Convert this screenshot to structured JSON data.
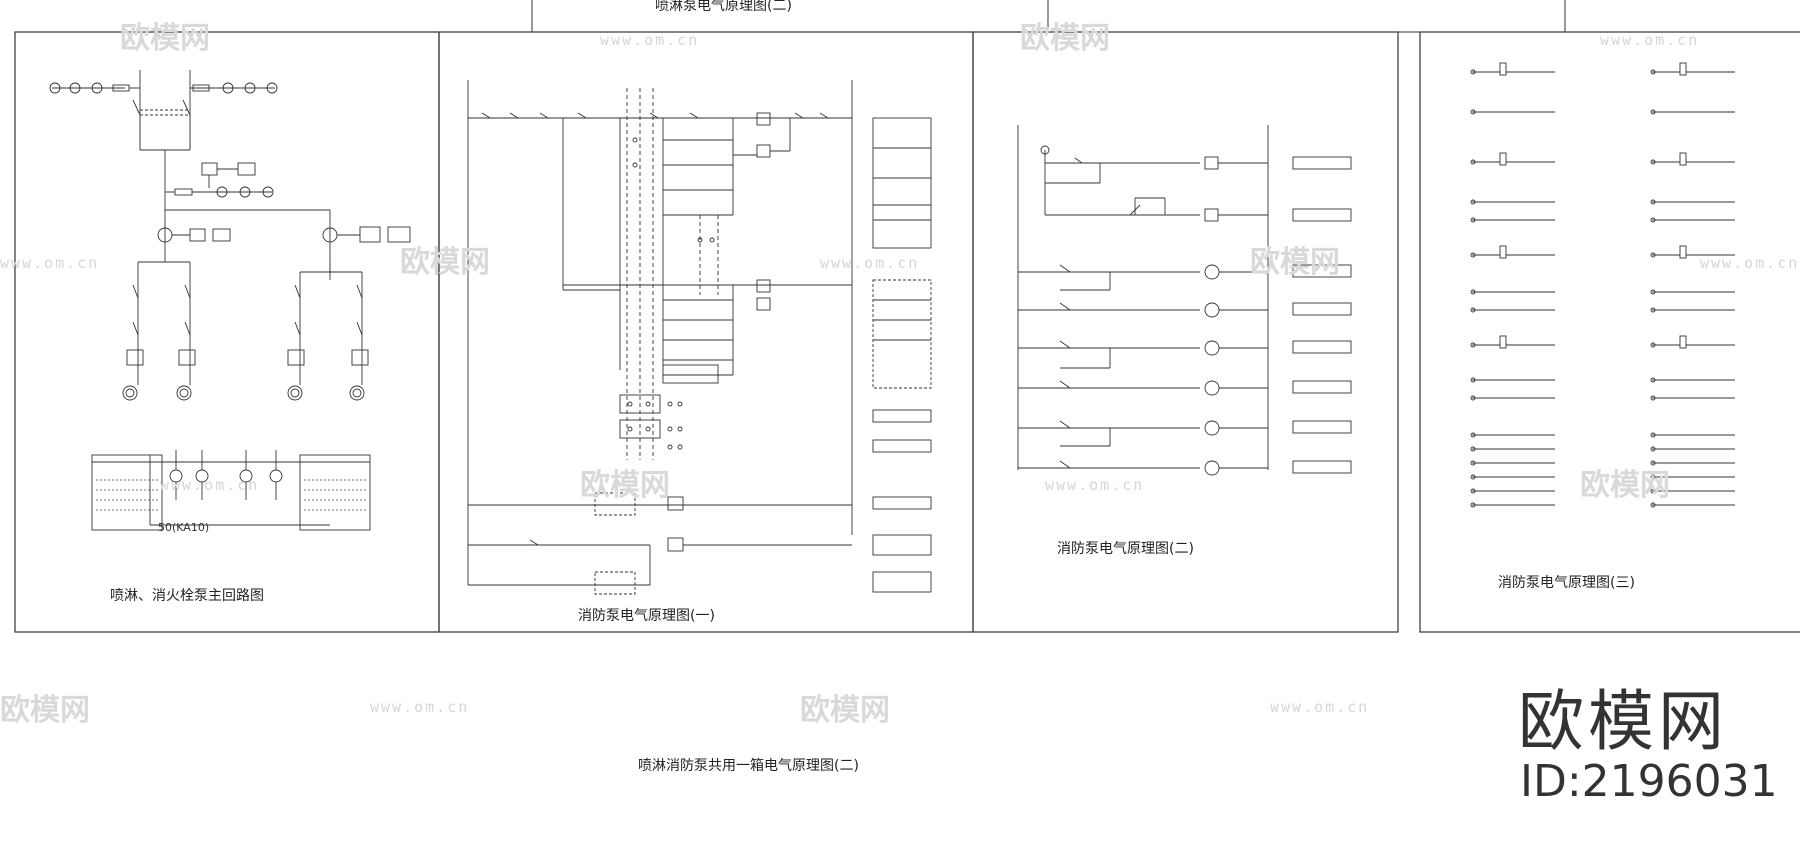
{
  "top_title": "喷淋泵电气原理图(二)",
  "panels": [
    {
      "title": "喷淋、消火栓泵主回路图"
    },
    {
      "title": "消防泵电气原理图(一)"
    },
    {
      "title": "消防泵电气原理图(二)"
    },
    {
      "title": "消防泵电气原理图(三)"
    }
  ],
  "main_caption": "喷淋消防泵共用一箱电气原理图(二)",
  "annotation_50": "50(KA10)",
  "watermark": {
    "brand": "欧模网",
    "site": "www.om.cn",
    "id": "ID:2196031"
  }
}
